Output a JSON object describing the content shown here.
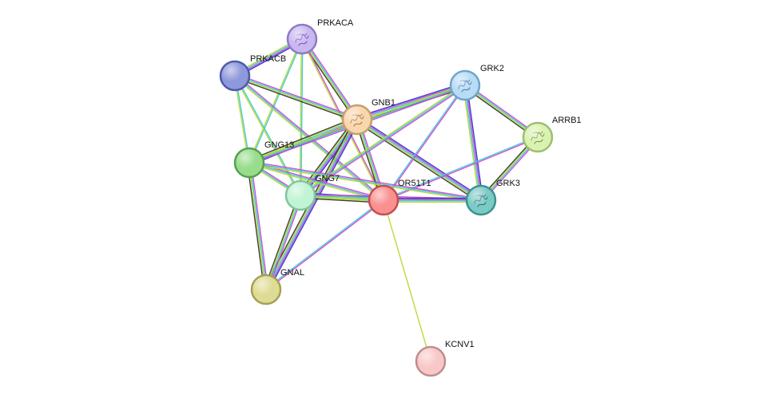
{
  "nodes": [
    {
      "id": "PRKACA",
      "label": "PRKACA",
      "fill": "#c9b8f0",
      "stroke": "#8e7ac4",
      "structure": true,
      "structure_color": "#7a50b8"
    },
    {
      "id": "PRKACB",
      "label": "PRKACB",
      "fill": "#8e98dc",
      "stroke": "#4e58a8",
      "structure": false
    },
    {
      "id": "GNB1",
      "label": "GNB1",
      "fill": "#f8d6ae",
      "stroke": "#c79e6c",
      "structure": true,
      "structure_color": "#b0742a"
    },
    {
      "id": "GRK2",
      "label": "GRK2",
      "fill": "#b8dcf4",
      "stroke": "#6fa4c9",
      "structure": true,
      "structure_color": "#4a78b0"
    },
    {
      "id": "ARRB1",
      "label": "ARRB1",
      "fill": "#d9f2b0",
      "stroke": "#9ebe70",
      "structure": true,
      "structure_color": "#7a8e48"
    },
    {
      "id": "GNG13",
      "label": "GNG13",
      "fill": "#98dc8c",
      "stroke": "#56a050",
      "structure": false
    },
    {
      "id": "GNG7",
      "label": "GNG7",
      "fill": "#c0f4d4",
      "stroke": "#80c4a0",
      "structure": false
    },
    {
      "id": "OR51T1",
      "label": "OR51T1",
      "fill": "#fa9090",
      "stroke": "#c05050",
      "structure": false
    },
    {
      "id": "GRK3",
      "label": "GRK3",
      "fill": "#7ccac4",
      "stroke": "#3c9290",
      "structure": true,
      "structure_color": "#2a6a78"
    },
    {
      "id": "GNAL",
      "label": "GNAL",
      "fill": "#dedc94",
      "stroke": "#a4a056",
      "structure": false
    },
    {
      "id": "KCNV1",
      "label": "KCNV1",
      "fill": "#f8c8c8",
      "stroke": "#c08c8c",
      "structure": false
    }
  ],
  "edges": [
    {
      "source": "PRKACA",
      "target": "PRKACB",
      "colors": [
        "#2f2fd0",
        "#d046d0",
        "#3cc8d8",
        "#b8d834"
      ]
    },
    {
      "source": "PRKACA",
      "target": "GNB1",
      "colors": [
        "#d046d0",
        "#3cc8d8",
        "#b8d834",
        "#333333"
      ]
    },
    {
      "source": "PRKACA",
      "target": "GNG13",
      "colors": [
        "#3cc8d8",
        "#b8d834"
      ]
    },
    {
      "source": "PRKACA",
      "target": "GNG7",
      "colors": [
        "#3cc8d8",
        "#b8d834"
      ]
    },
    {
      "source": "PRKACA",
      "target": "OR51T1",
      "colors": [
        "#d046d0",
        "#b8d834"
      ]
    },
    {
      "source": "PRKACB",
      "target": "GNB1",
      "colors": [
        "#d046d0",
        "#3cc8d8",
        "#b8d834",
        "#333333"
      ]
    },
    {
      "source": "PRKACB",
      "target": "GNG13",
      "colors": [
        "#3cc8d8",
        "#b8d834"
      ]
    },
    {
      "source": "PRKACB",
      "target": "GNG7",
      "colors": [
        "#3cc8d8",
        "#b8d834"
      ]
    },
    {
      "source": "PRKACB",
      "target": "OR51T1",
      "colors": [
        "#d046d0",
        "#3cc8d8",
        "#b8d834"
      ]
    },
    {
      "source": "GNB1",
      "target": "GRK2",
      "colors": [
        "#2f2fd0",
        "#d046d0",
        "#3cc8d8",
        "#b8d834",
        "#333333"
      ]
    },
    {
      "source": "GNB1",
      "target": "GNG13",
      "colors": [
        "#2f2fd0",
        "#d046d0",
        "#3cc8d8",
        "#b8d834",
        "#333333"
      ]
    },
    {
      "source": "GNB1",
      "target": "GNG7",
      "colors": [
        "#2f2fd0",
        "#d046d0",
        "#3cc8d8",
        "#b8d834",
        "#333333"
      ]
    },
    {
      "source": "GNB1",
      "target": "OR51T1",
      "colors": [
        "#d046d0",
        "#3cc8d8",
        "#b8d834",
        "#333333"
      ]
    },
    {
      "source": "GNB1",
      "target": "GRK3",
      "colors": [
        "#2f2fd0",
        "#d046d0",
        "#3cc8d8",
        "#b8d834",
        "#333333"
      ]
    },
    {
      "source": "GNB1",
      "target": "GNAL",
      "colors": [
        "#2f2fd0",
        "#d046d0",
        "#3cc8d8",
        "#b8d834",
        "#333333"
      ]
    },
    {
      "source": "GRK2",
      "target": "ARRB1",
      "colors": [
        "#d046d0",
        "#3cc8d8",
        "#b8d834",
        "#333333"
      ]
    },
    {
      "source": "GRK2",
      "target": "GRK3",
      "colors": [
        "#2f2fd0",
        "#d046d0",
        "#3cc8d8",
        "#b8d834"
      ]
    },
    {
      "source": "GRK2",
      "target": "GNG13",
      "colors": [
        "#d046d0",
        "#3cc8d8",
        "#b8d834"
      ]
    },
    {
      "source": "GRK2",
      "target": "GNG7",
      "colors": [
        "#d046d0",
        "#3cc8d8",
        "#b8d834"
      ]
    },
    {
      "source": "GRK2",
      "target": "OR51T1",
      "colors": [
        "#d046d0",
        "#3cc8d8"
      ]
    },
    {
      "source": "ARRB1",
      "target": "GRK3",
      "colors": [
        "#d046d0",
        "#3cc8d8",
        "#b8d834",
        "#333333"
      ]
    },
    {
      "source": "ARRB1",
      "target": "OR51T1",
      "colors": [
        "#d046d0",
        "#3cc8d8"
      ]
    },
    {
      "source": "GNG13",
      "target": "GNG7",
      "colors": [
        "#d046d0",
        "#3cc8d8",
        "#b8d834"
      ]
    },
    {
      "source": "GNG13",
      "target": "OR51T1",
      "colors": [
        "#d046d0",
        "#3cc8d8",
        "#b8d834"
      ]
    },
    {
      "source": "GNG13",
      "target": "GNAL",
      "colors": [
        "#d046d0",
        "#3cc8d8",
        "#b8d834",
        "#333333"
      ]
    },
    {
      "source": "GNG13",
      "target": "GRK3",
      "colors": [
        "#d046d0",
        "#3cc8d8",
        "#b8d834"
      ]
    },
    {
      "source": "GNG7",
      "target": "OR51T1",
      "colors": [
        "#2f2fd0",
        "#d046d0",
        "#3cc8d8",
        "#b8d834",
        "#333333"
      ]
    },
    {
      "source": "GNG7",
      "target": "GNAL",
      "colors": [
        "#d046d0",
        "#3cc8d8",
        "#b8d834",
        "#333333"
      ]
    },
    {
      "source": "GNG7",
      "target": "GRK3",
      "colors": [
        "#d046d0",
        "#3cc8d8",
        "#b8d834"
      ]
    },
    {
      "source": "OR51T1",
      "target": "GRK3",
      "colors": [
        "#2f2fd0",
        "#d046d0",
        "#3cc8d8",
        "#b8d834"
      ]
    },
    {
      "source": "OR51T1",
      "target": "GNAL",
      "colors": [
        "#d046d0",
        "#3cc8d8"
      ]
    },
    {
      "source": "OR51T1",
      "target": "KCNV1",
      "colors": [
        "#b8d834"
      ]
    }
  ]
}
